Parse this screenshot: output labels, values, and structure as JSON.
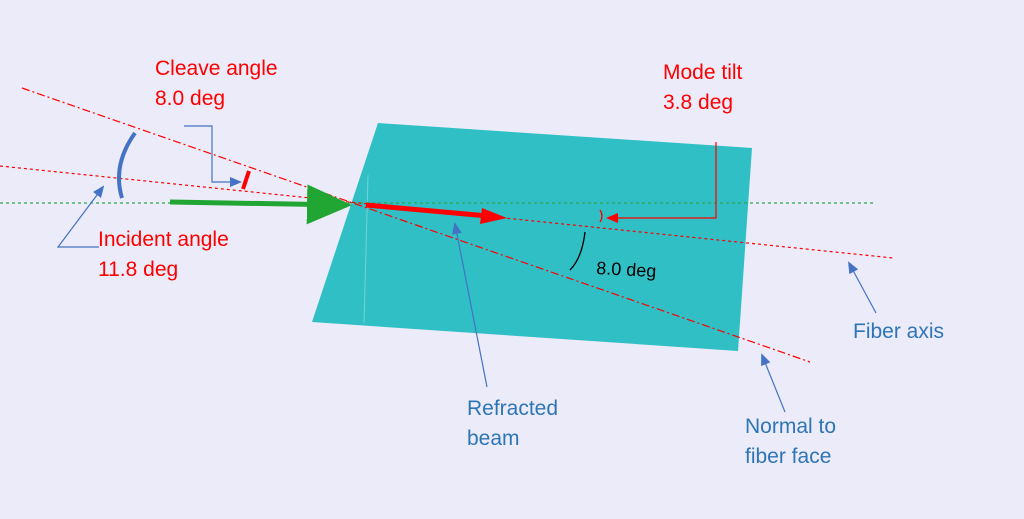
{
  "labels": {
    "cleave_angle": {
      "title": "Cleave angle",
      "value": "8.0 deg"
    },
    "mode_tilt": {
      "title": "Mode tilt",
      "value": "3.8 deg"
    },
    "incident_angle": {
      "title": "Incident angle",
      "value": "11.8 deg"
    },
    "angle_between": "8.0 deg",
    "fiber_axis": "Fiber axis",
    "refracted_beam": {
      "line1": "Refracted",
      "line2": "beam"
    },
    "normal_to_face": {
      "line1": "Normal to",
      "line2": "fiber face"
    }
  },
  "colors": {
    "background": "#ebebf9",
    "fiber": "#2fbfc5",
    "incident_beam": "#21a634",
    "refracted_beam": "#ff0000",
    "annotation_red": "#ff0000",
    "annotation_blue": "#2e75b6",
    "axis_dash": "#2fa84f"
  }
}
